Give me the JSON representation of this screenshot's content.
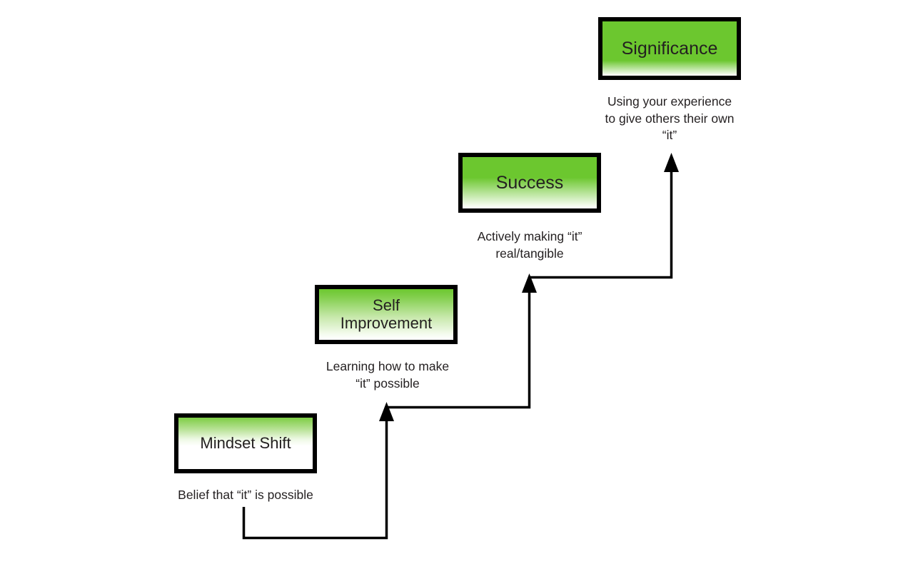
{
  "diagram": {
    "title": "Mindset to Significance staircase",
    "accent_color": "#6CC72F",
    "border_color": "#000000",
    "text_color": "#231f20",
    "background": "#ffffff"
  },
  "steps": [
    {
      "id": "mindset-shift",
      "label": "Mindset Shift",
      "caption": "Belief that “it” is possible",
      "order": 1
    },
    {
      "id": "self-improvement",
      "label": "Self\nImprovement",
      "caption": "Learning how to make\n“it” possible",
      "order": 2
    },
    {
      "id": "success",
      "label": "Success",
      "caption": "Actively making “it”\nreal/tangible",
      "order": 3
    },
    {
      "id": "significance",
      "label": "Significance",
      "caption": "Using your experience\nto give others their own\n“it”",
      "order": 4
    }
  ],
  "connectors": [
    {
      "id": "arrow-mindset-to-self-improvement",
      "from": "mindset-shift",
      "to": "self-improvement"
    },
    {
      "id": "arrow-self-improvement-to-success",
      "from": "self-improvement",
      "to": "success"
    },
    {
      "id": "arrow-success-to-significance",
      "from": "success",
      "to": "significance"
    }
  ]
}
